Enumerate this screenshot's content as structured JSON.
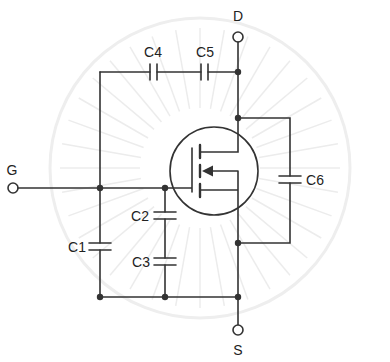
{
  "diagram": {
    "labels": [
      "D",
      "G",
      "S",
      "C1",
      "C2",
      "C3",
      "C4",
      "C5",
      "C6"
    ]
  }
}
